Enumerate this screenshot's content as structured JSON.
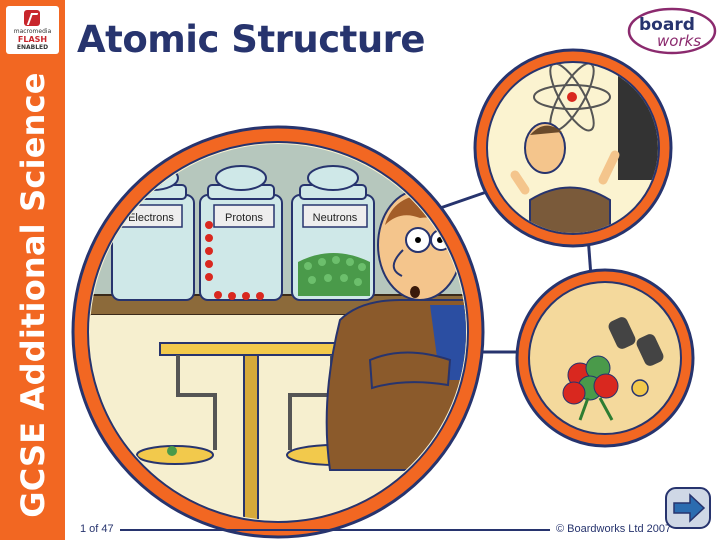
{
  "sidebar": {
    "title": "GCSE Additional Science",
    "badge": {
      "line1": "macromedia",
      "line2": "FLASH",
      "line3": "ENABLED"
    }
  },
  "header": {
    "title": "Atomic Structure"
  },
  "brand": {
    "line1": "board",
    "line2": "works"
  },
  "illustration": {
    "jars": [
      "Electrons",
      "Protons",
      "Neutrons"
    ]
  },
  "footer": {
    "slide_counter": "1 of 47",
    "copyright": "© Boardworks Ltd 2007"
  },
  "colors": {
    "accent_orange": "#f26722",
    "navy": "#27346e",
    "magenta": "#8b2a6e",
    "panel_yellow": "#f4d99c"
  },
  "icons": {
    "next": "arrow-right-icon",
    "flash": "flash-icon"
  }
}
